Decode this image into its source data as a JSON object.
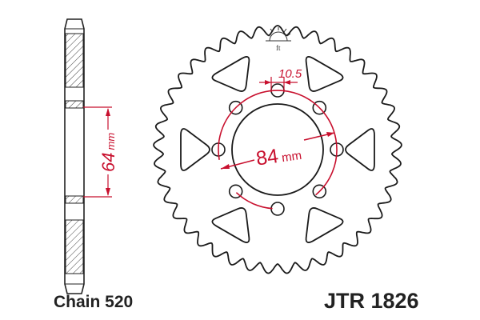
{
  "diagram": {
    "type": "rear-sprocket-technical-drawing",
    "part_number": "JTR 1826",
    "chain_label": "Chain 520",
    "teeth": 41,
    "bolt_holes": 8,
    "lightening_holes": 6,
    "dimensions": {
      "bolt_circle_diameter": "84",
      "bolt_circle_unit": "mm",
      "bolt_hole_diameter": "10.5",
      "side_view_height": "64",
      "side_view_unit": "mm"
    },
    "colors": {
      "outline": "#1a1a1a",
      "dimension": "#c8102e",
      "hatch": "#333333",
      "background": "#ffffff"
    },
    "icons": [
      "sun-logo-icon"
    ]
  }
}
